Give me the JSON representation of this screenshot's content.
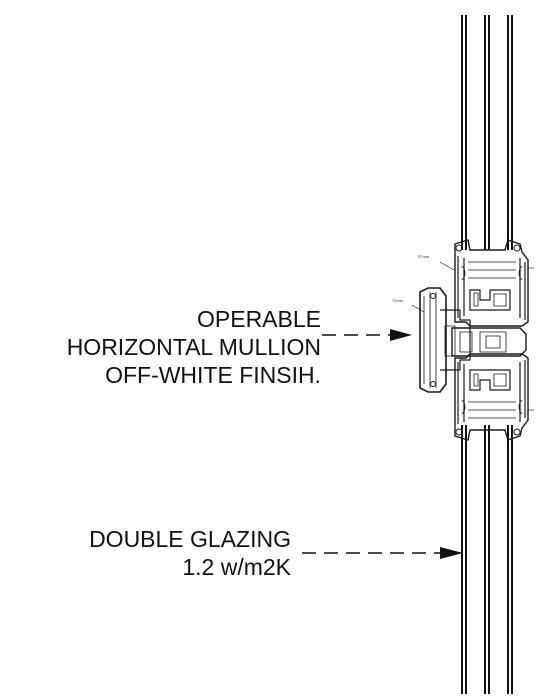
{
  "labels": {
    "operable_line1": "OPERABLE",
    "operable_line2": "HORIZONTAL MULLION",
    "operable_line3": "OFF-WHITE FINSIH.",
    "glazing_line1": "DOUBLE GLAZING",
    "glazing_line2": "1.2 w/m2K"
  },
  "profile_tags": {
    "upper": "57mm",
    "middle": "72mm"
  },
  "colors": {
    "line": "#111111",
    "profile": "#1a1a1a",
    "background": "#ffffff"
  }
}
